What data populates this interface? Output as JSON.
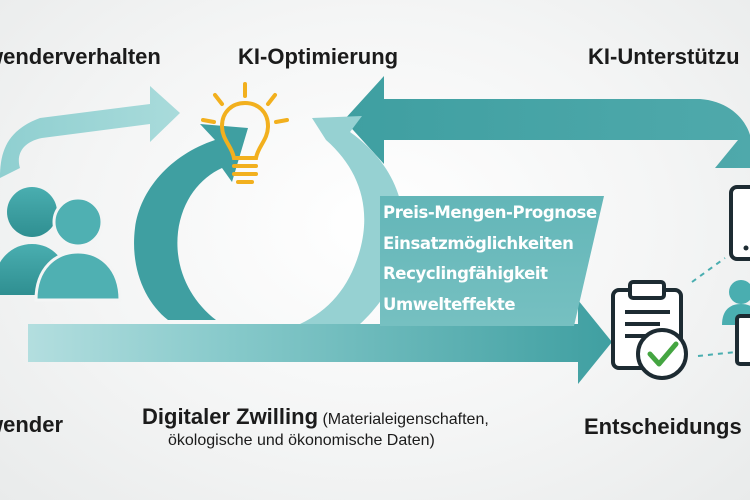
{
  "labels": {
    "user_behavior": "wenderverhalten",
    "ki_optimization": "KI-Optimierung",
    "ki_support": "KI-Unterstützu",
    "user": "wender",
    "decision": "Entscheidungs",
    "twin_title": "Digitaler Zwilling",
    "twin_sub_line1": "(Materialeigenschaften,",
    "twin_sub_line2": "ökologische und ökonomische Daten)"
  },
  "topics": [
    "Preis-Mengen-Prognose",
    "Einsatzmöglichkeiten",
    "Recyclingfähigkeit",
    "Umwelteffekte"
  ],
  "colors": {
    "teal_dark": "#3f9fa1",
    "teal_mid": "#5cb3b5",
    "teal_light": "#96d1d2",
    "bulb": "#f2b01e",
    "check": "#44a541",
    "icon_dark": "#1d2b32",
    "text": "#1b1b1b"
  },
  "icons": [
    "users-icon",
    "lightbulb-icon",
    "clipboard-check-icon",
    "tablet-icon",
    "person-icon",
    "monitor-icon"
  ]
}
